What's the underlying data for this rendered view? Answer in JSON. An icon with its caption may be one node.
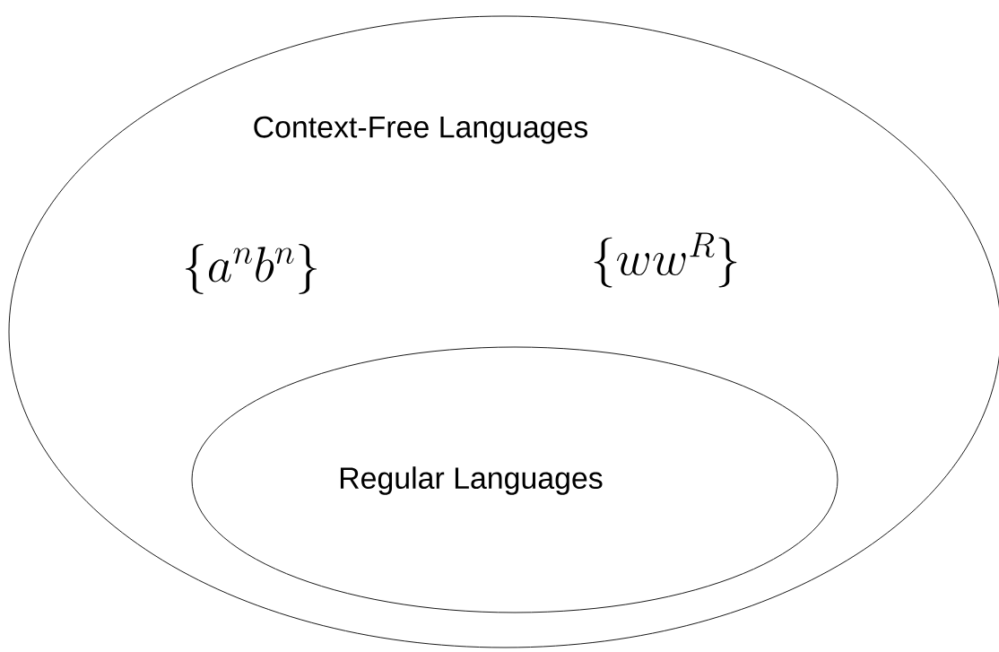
{
  "diagram": {
    "nodes": [
      {
        "text": [
          "Context-Free Languages"
        ]
      },
      {
        "text": [
          "Regular Languages"
        ],
        "in": 0
      }
    ],
    "labels": [
      "\\{a^n b^n\\}",
      "\\{ww^R\\}"
    ]
  }
}
